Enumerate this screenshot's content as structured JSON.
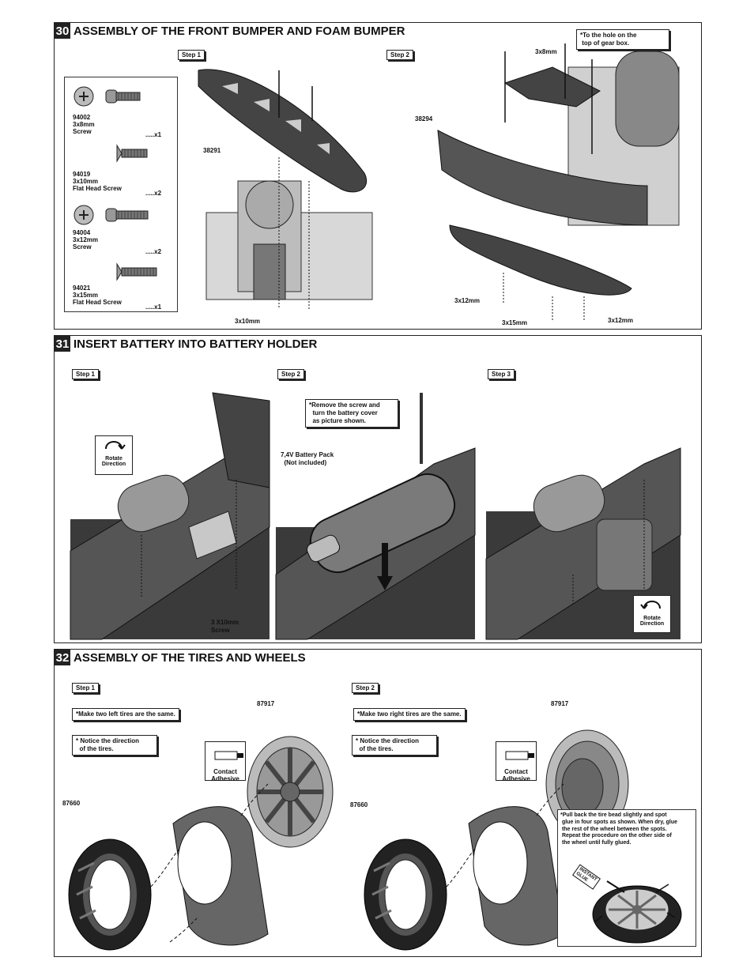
{
  "sections": [
    {
      "number": "30",
      "title": "ASSEMBLY OF THE FRONT BUMPER AND FOAM BUMPER",
      "steps": [
        "Step 1",
        "Step 2"
      ],
      "parts": [
        {
          "code": "94002",
          "size": "3x8mm",
          "desc": "Screw",
          "qty": ".....x1"
        },
        {
          "code": "94019",
          "size": "3x10mm",
          "desc": "Flat Head Screw",
          "qty": ".....x2"
        },
        {
          "code": "94004",
          "size": "3x12mm",
          "desc": "Screw",
          "qty": ".....x2"
        },
        {
          "code": "94021",
          "size": "3x15mm",
          "desc": "Flat Head Screw",
          "qty": ".....x1"
        }
      ],
      "labels": {
        "bumper": "38291",
        "foam_bumper": "38294",
        "screw_3x10": "3x10mm",
        "screw_3x8": "3x8mm",
        "screw_3x12_left": "3x12mm",
        "screw_3x15": "3x15mm",
        "screw_3x12_right": "3x12mm"
      },
      "note": "*To the hole on the\n top of gear box."
    },
    {
      "number": "31",
      "title": "INSERT BATTERY INTO BATTERY HOLDER",
      "steps": [
        "Step 1",
        "Step 2",
        "Step 3"
      ],
      "rotate_label": "Rotate\nDirection",
      "screw_label": "3 X10mm\nScrew",
      "battery_label": "7,4V Battery Pack\n  (Not included)",
      "note": "*Remove the screw and\n  turn the battery cover\n  as picture shown."
    },
    {
      "number": "32",
      "title": "ASSEMBLY OF THE TIRES AND WHEELS",
      "steps": [
        "Step 1",
        "Step 2"
      ],
      "wheel_code": "87917",
      "tire_code": "87660",
      "left_note": "*Make two left tires are the same.",
      "right_note": "*Make two right tires are the same.",
      "direction_note": "* Notice the direction\n  of the tires.",
      "adhesive": "Contact\nAdhesive",
      "glue_note": "*Pull back the tire bead slightly and spot\n glue in four spots as shown. When dry, glue\n the rest of the wheel between the spots.\n Repeat the procedure on the other side of\n the wheel until fully glued.",
      "glue_tag": "INSTANT\nGLUE"
    }
  ]
}
